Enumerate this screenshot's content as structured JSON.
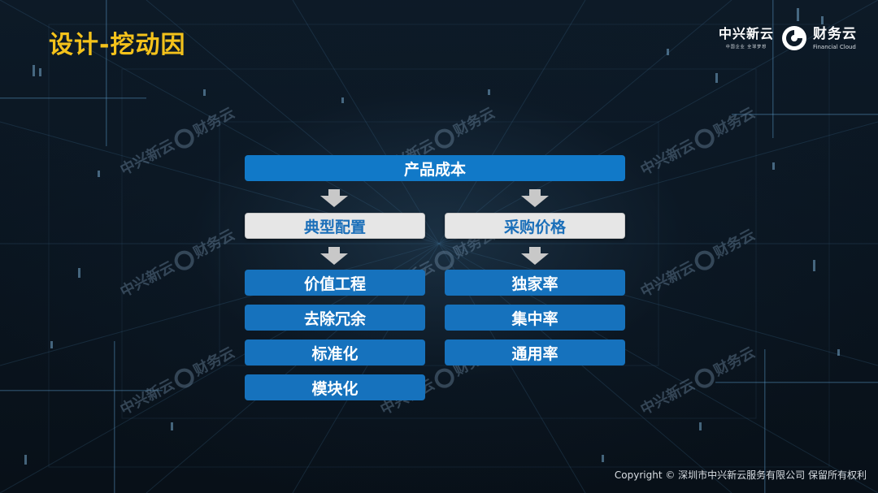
{
  "title": "设计-挖动因",
  "logo": {
    "brand1": "中兴新云",
    "brand1_sub": "中国企业 全球梦想",
    "brand2": "财务云",
    "brand2_sub": "Financial Cloud"
  },
  "diagram": {
    "root": "产品成本",
    "left": {
      "header": "典型配置",
      "items": [
        "价值工程",
        "去除冗余",
        "标准化",
        "模块化"
      ]
    },
    "right": {
      "header": "采购价格",
      "items": [
        "独家率",
        "集中率",
        "通用率"
      ]
    }
  },
  "watermark": {
    "brand1": "中兴新云",
    "brand2": "财务云"
  },
  "footer": "Copyright © 深圳市中兴新云服务有限公司 保留所有权利",
  "colors": {
    "title": "#f4c21b",
    "root_box": "#1179c8",
    "blue_box": "#1672bd",
    "light_box": "#e6e6e6",
    "light_text": "#1b6fb9",
    "arrow": "#c8c8c8"
  }
}
